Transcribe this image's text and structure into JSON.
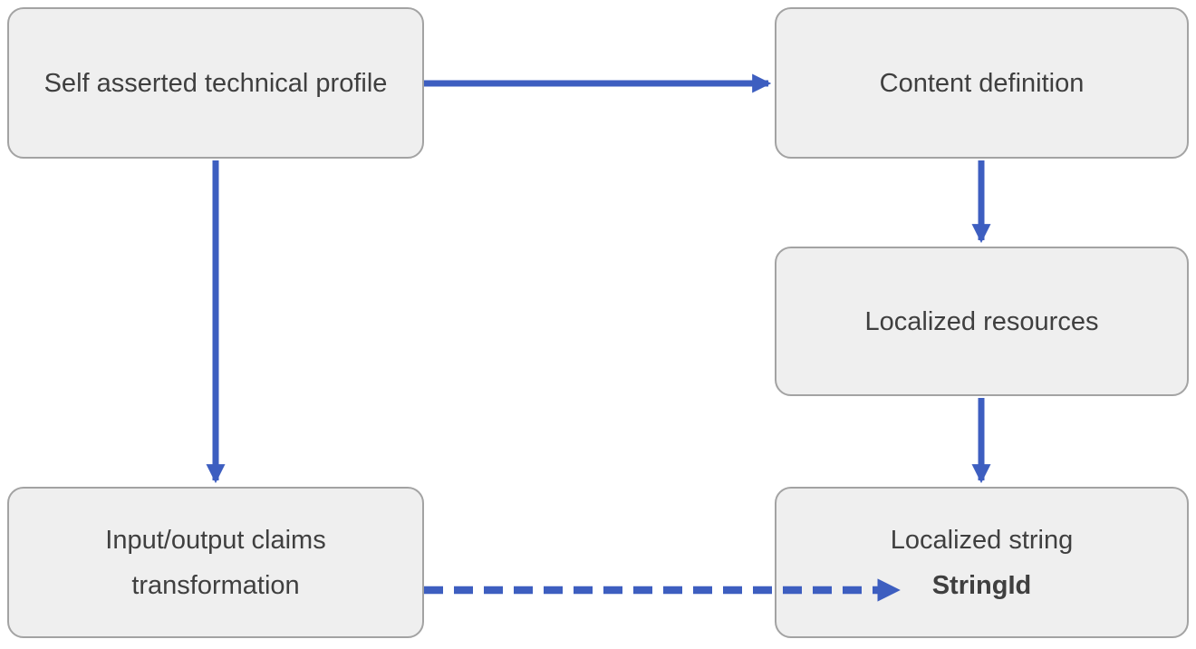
{
  "diagram": {
    "background_color": "#ffffff",
    "accent_color": "#3d5ec0",
    "node_fill_color": "#efefef",
    "node_border_color": "#a3a3a3",
    "node_text_color": "#3f3f3f",
    "nodes": [
      {
        "id": "self-asserted-technical-profile",
        "label": "Self asserted technical profile"
      },
      {
        "id": "content-definition",
        "label": "Content definition"
      },
      {
        "id": "localized-resources",
        "label": "Localized resources"
      },
      {
        "id": "input-output-claims-transformation",
        "label": "Input/output claims transformation"
      },
      {
        "id": "localized-string",
        "label": "Localized string",
        "sublabel": "StringId",
        "sublabel_bold": true
      }
    ],
    "edges": [
      {
        "from": "self-asserted-technical-profile",
        "to": "content-definition",
        "style": "solid"
      },
      {
        "from": "self-asserted-technical-profile",
        "to": "input-output-claims-transformation",
        "style": "solid"
      },
      {
        "from": "content-definition",
        "to": "localized-resources",
        "style": "solid"
      },
      {
        "from": "localized-resources",
        "to": "localized-string",
        "style": "solid"
      },
      {
        "from": "input-output-claims-transformation",
        "to": "localized-string",
        "style": "dashed",
        "points_at": "StringId"
      }
    ]
  }
}
